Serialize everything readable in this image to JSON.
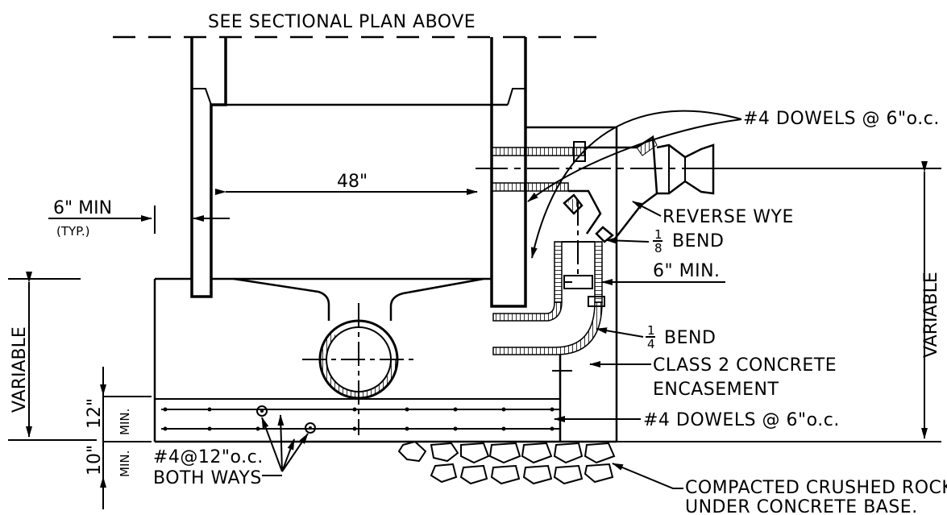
{
  "labels": {
    "top_note": "SEE SECTIONAL PLAN ABOVE",
    "dowels_upper": "#4 DOWELS @ 6\"o.c.",
    "reverse_wye": "REVERSE WYE",
    "eighth_bend_num": "1",
    "eighth_bend_den": "8",
    "eighth_bend": "BEND",
    "six_min_right": "6\" MIN.",
    "quarter_bend_num": "1",
    "quarter_bend_den": "4",
    "quarter_bend": "BEND",
    "encasement_line1": "CLASS 2 CONCRETE",
    "encasement_line2": "ENCASEMENT",
    "dowels_lower": "#4 DOWELS @ 6\"o.c.",
    "rebar_line1": "#4@12\"o.c.",
    "rebar_line2": "BOTH WAYS",
    "rock_line1": "COMPACTED CRUSHED ROCK",
    "rock_line2": "UNDER CONCRETE BASE."
  },
  "dimensions": {
    "inner_width": "48\"",
    "wall_min": "6\" MIN",
    "wall_min_note": "(TYP.)",
    "left_height": "VARIABLE",
    "right_height": "VARIABLE",
    "slab_min_value": "12\"",
    "slab_min_label": "MIN.",
    "base_min_value": "10\"",
    "base_min_label": "MIN."
  }
}
